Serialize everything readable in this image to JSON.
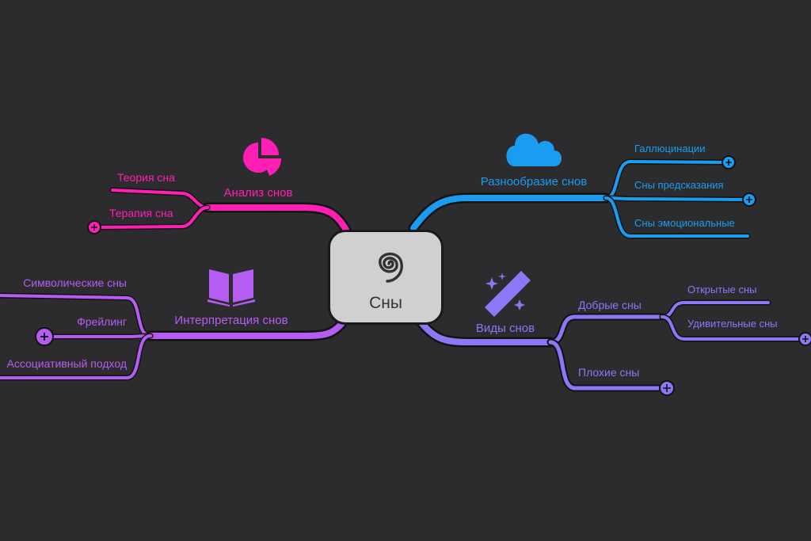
{
  "central": {
    "label": "Сны",
    "icon": "spiral-icon"
  },
  "branches": {
    "analysis": {
      "label": "Анализ снов",
      "color": "#ff1fb4",
      "icon": "pie-chart-icon",
      "children": [
        {
          "label": "Теория сна"
        },
        {
          "label": "Терапия сна",
          "collapsed": true
        }
      ]
    },
    "variety": {
      "label": "Разнообразие снов",
      "color": "#1a9cf0",
      "icon": "cloud-icon",
      "children": [
        {
          "label": "Галлюцинации",
          "collapsed": true
        },
        {
          "label": "Сны предсказания",
          "collapsed": true
        },
        {
          "label": "Сны эмоциональные"
        }
      ]
    },
    "interpretation": {
      "label": "Интерпретация снов",
      "color": "#b55cf2",
      "icon": "book-icon",
      "children": [
        {
          "label": "Символические сны"
        },
        {
          "label": "Фрейлинг",
          "collapsed": true
        },
        {
          "label": "Ассоциативный подход"
        }
      ]
    },
    "types": {
      "label": "Виды снов",
      "color": "#8a78f7",
      "icon": "magic-wand-icon",
      "children": [
        {
          "label": "Добрые сны",
          "children": [
            {
              "label": "Открытые сны"
            },
            {
              "label": "Удивительные сны",
              "collapsed": true
            }
          ]
        },
        {
          "label": "Плохие сны",
          "collapsed": true
        }
      ]
    }
  }
}
